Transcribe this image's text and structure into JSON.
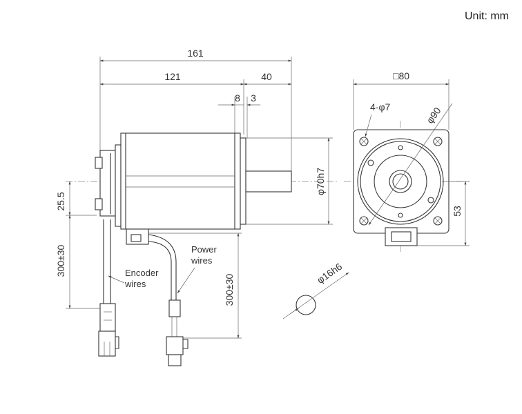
{
  "unit_label": "Unit: mm",
  "dimensions": {
    "overall_length": "161",
    "body_length": "121",
    "shaft_length": "40",
    "flange_offset": "8",
    "shaft_step": "3",
    "pilot_diameter": "φ70h7",
    "encoder_offset": "25.5",
    "encoder_wire_length": "300±30",
    "power_wire_length": "300±30",
    "flange_square": "□80",
    "mount_holes": "4-φ7",
    "bolt_circle": "φ90",
    "center_height": "53",
    "shaft_diameter": "φ16h6"
  },
  "labels": {
    "power_wires": [
      "Power",
      "wires"
    ],
    "encoder_wires": [
      "Encoder",
      "wires"
    ]
  }
}
